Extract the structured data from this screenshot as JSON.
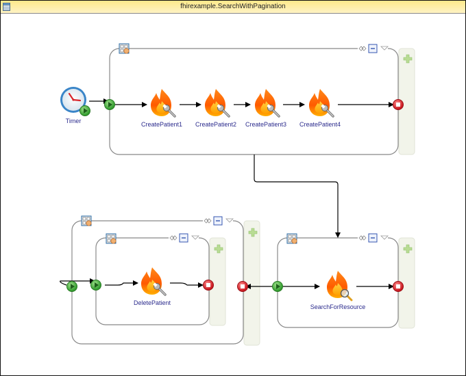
{
  "window": {
    "title": "fhirexample.SearchWithPagination",
    "icon": "table-icon"
  },
  "colors": {
    "label": "#2a2a8c",
    "start_green": "#3fae3a",
    "end_red": "#d9262c",
    "container_border": "#888888",
    "side_panel": "#f2f4ea",
    "titlebar_top": "#fde98a"
  },
  "nodes": {
    "timer": {
      "label": "Timer",
      "icon": "clock-icon"
    },
    "create1": {
      "label": "CreatePatient1",
      "icon": "fire-wrench-icon"
    },
    "create2": {
      "label": "CreatePatient2",
      "icon": "fire-wrench-icon"
    },
    "create3": {
      "label": "CreatePatient3",
      "icon": "fire-wrench-icon"
    },
    "create4": {
      "label": "CreatePatient4",
      "icon": "fire-wrench-icon"
    },
    "delete": {
      "label": "DeletePatient",
      "icon": "fire-wrench-icon"
    },
    "search": {
      "label": "SearchForResource",
      "icon": "fire-magnifier-icon"
    }
  },
  "containers": [
    {
      "name": "create-scope"
    },
    {
      "name": "delete-loop-outer"
    },
    {
      "name": "delete-loop-inner"
    },
    {
      "name": "search-scope"
    }
  ]
}
